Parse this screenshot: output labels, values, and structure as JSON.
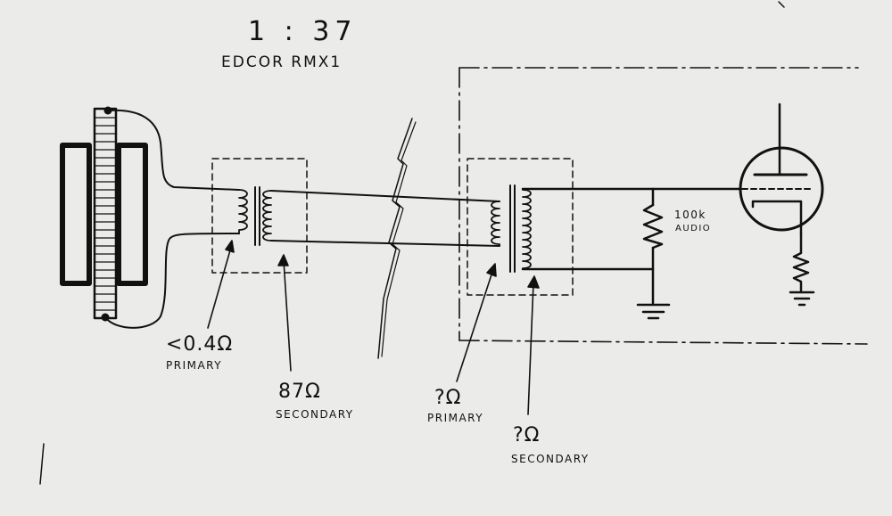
{
  "title": {
    "ratio": "1 : 37",
    "model": "EDCOR RMX1"
  },
  "labels": {
    "resistor": "100k",
    "resistor_type": "AUDIO",
    "t1_primary_value": "<0.4Ω",
    "t1_primary_label": "PRIMARY",
    "t1_secondary_value": "87Ω",
    "t1_secondary_label": "SECONDARY",
    "t2_primary_value": "?Ω",
    "t2_primary_label": "PRIMARY",
    "t2_secondary_value": "?Ω",
    "t2_secondary_label": "SECONDARY"
  },
  "colors": {
    "ink": "#111111",
    "paper": "#ebebe9"
  }
}
